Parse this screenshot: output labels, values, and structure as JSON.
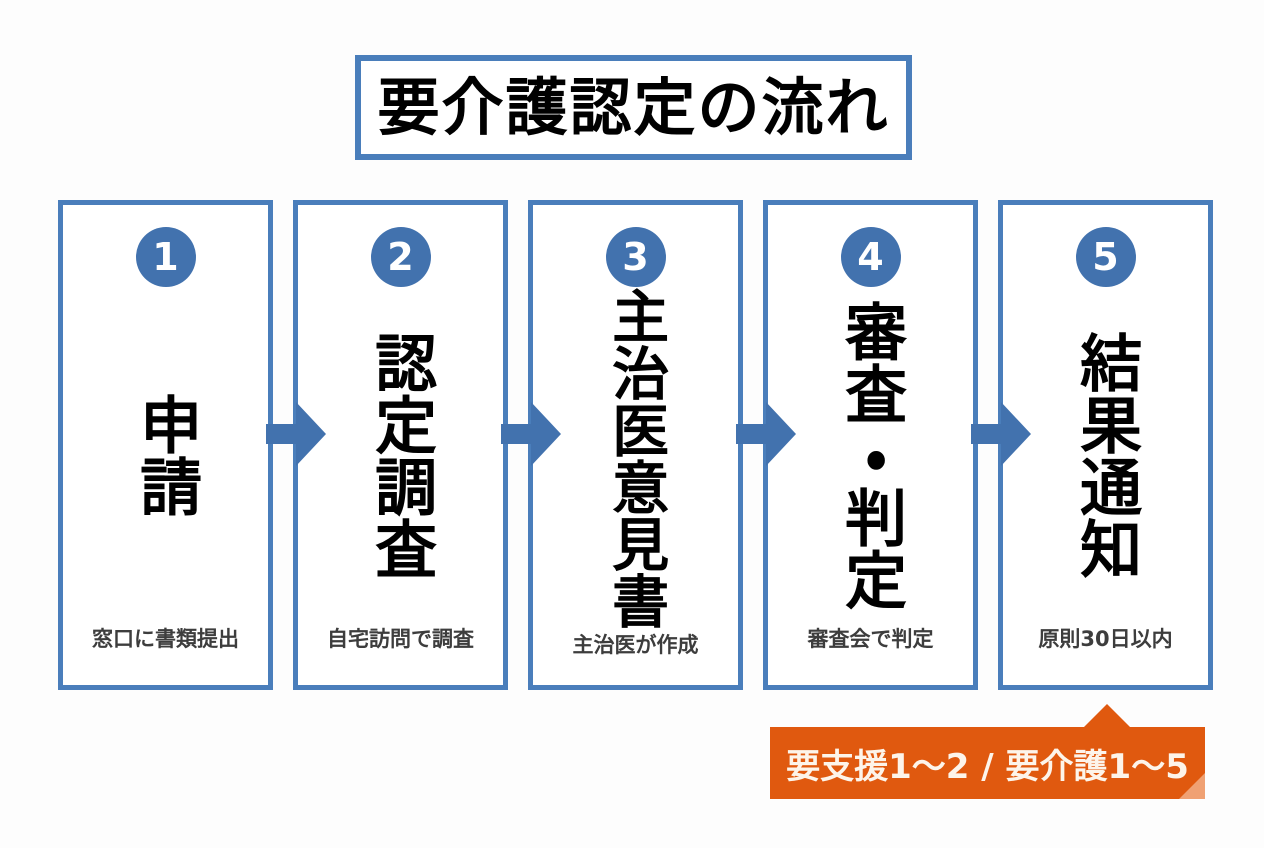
{
  "title": {
    "text": "要介護認定の流れ",
    "border_color": "#4a7ebb"
  },
  "theme": {
    "accent_blue": "#4a7ebb",
    "circle_blue": "#4272ae",
    "arrow_blue": "#4272ae",
    "banner_orange": "#e0590f",
    "caption_gray": "#3d3d3d",
    "background": "#fdfdfd"
  },
  "steps": [
    {
      "number": "1",
      "main": "申請",
      "caption": "窓口に書類提出"
    },
    {
      "number": "2",
      "main": "認定調査",
      "caption": "自宅訪問で調査"
    },
    {
      "number": "3",
      "main": "主治医意見書",
      "caption": "主治医が作成"
    },
    {
      "number": "4",
      "main": "審査・判定",
      "caption": "審査会で判定"
    },
    {
      "number": "5",
      "main": "結果通知",
      "caption": "原則30日以内"
    }
  ],
  "arrows": [
    {
      "name": "arrow-1-to-2"
    },
    {
      "name": "arrow-2-to-3"
    },
    {
      "name": "arrow-3-to-4"
    },
    {
      "name": "arrow-4-to-5"
    }
  ],
  "banner": {
    "text": "要支援1〜2 / 要介護1〜5"
  }
}
